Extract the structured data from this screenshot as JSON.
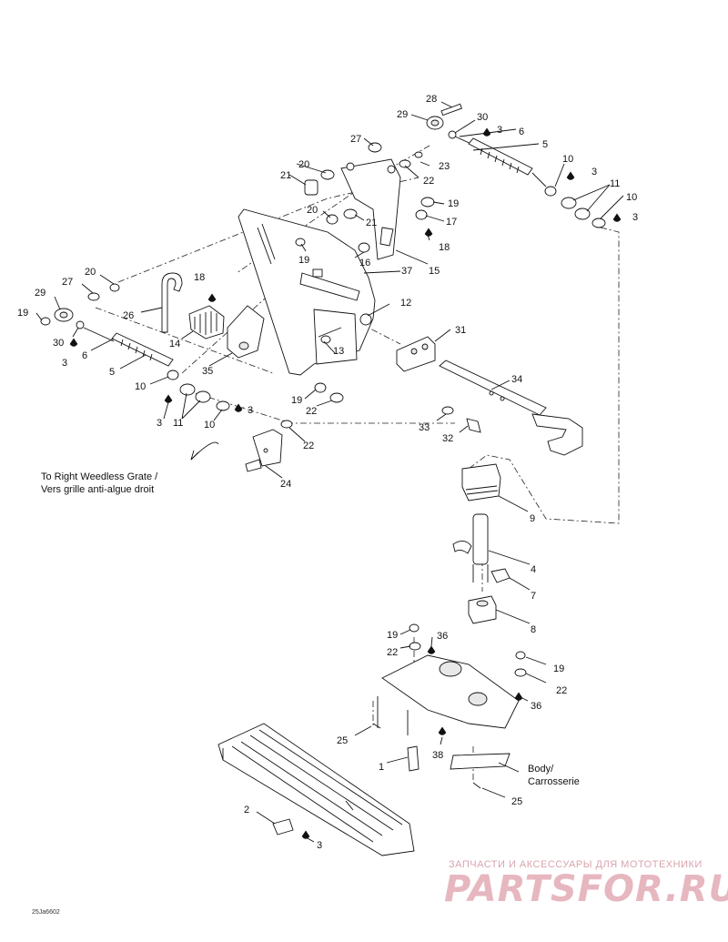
{
  "labels": {
    "l28": "28",
    "l29a": "29",
    "l30a": "30",
    "l3a": "3",
    "l6a": "6",
    "l5a": "5",
    "l27a": "27",
    "l20a": "20",
    "l21a": "21",
    "l23": "23",
    "l22a": "22",
    "l10a": "10",
    "l3b": "3",
    "l11a": "11",
    "l10b": "10",
    "l3c": "3",
    "l20b": "20",
    "l21b": "21",
    "l19a": "19",
    "l17": "17",
    "l18a": "18",
    "l19b": "19",
    "l16": "16",
    "l15": "15",
    "l37": "37",
    "l20c": "20",
    "l27b": "27",
    "l29b": "29",
    "l19c": "19",
    "l30b": "30",
    "l3d": "3",
    "l6b": "6",
    "l5b": "5",
    "l26": "26",
    "l18b": "18",
    "l14": "14",
    "l35": "35",
    "l12": "12",
    "l13": "13",
    "l31": "31",
    "l34": "34",
    "l10c": "10",
    "l3e": "3",
    "l11b": "11",
    "l10d": "10",
    "l3f": "3",
    "l19d": "19",
    "l22b": "22",
    "l33": "33",
    "l32": "32",
    "l22c": "22",
    "l24": "24",
    "l9": "9",
    "l4": "4",
    "l7": "7",
    "l8": "8",
    "l19e": "19",
    "l36a": "36",
    "l22d": "22",
    "l19f": "19",
    "l22e": "22",
    "l36b": "36",
    "l25a": "25",
    "l38": "38",
    "l1": "1",
    "l25b": "25",
    "l2": "2",
    "l3g": "3"
  },
  "notes": {
    "weedless_line1": "To Right Weedless Grate /",
    "weedless_line2": "Vers grille anti-algue droit",
    "body_line1": "Body/",
    "body_line2": "Carrosserie"
  },
  "figure_code": "25Ja6602",
  "watermark": {
    "tagline": "ЗАПЧАСТИ И АКСЕССУАРЫ ДЛЯ МОТОТЕХНИКИ",
    "logo": "PARTSFOR.RU"
  }
}
